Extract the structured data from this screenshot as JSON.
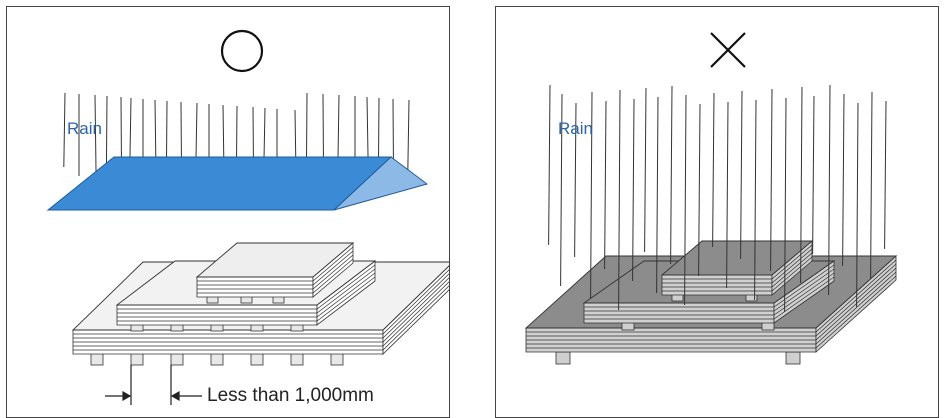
{
  "panels": [
    {
      "verdict_symbol": "◯",
      "verdict_icon": "circle-ok-icon",
      "rain_label": "Rain",
      "cover": "roof-sheet",
      "dimension_label": "Less than 1,000mm",
      "colors": {
        "cover_fill": "#3a8ad6",
        "cover_side": "#8db9e6",
        "rain_label": "#2b63ad"
      }
    },
    {
      "verdict_symbol": "✕",
      "verdict_icon": "cross-ng-icon",
      "rain_label": "Rain",
      "cover": "none",
      "colors": {
        "plates_wet": "#8c8c8c",
        "rain_label": "#2b63ad"
      }
    }
  ]
}
